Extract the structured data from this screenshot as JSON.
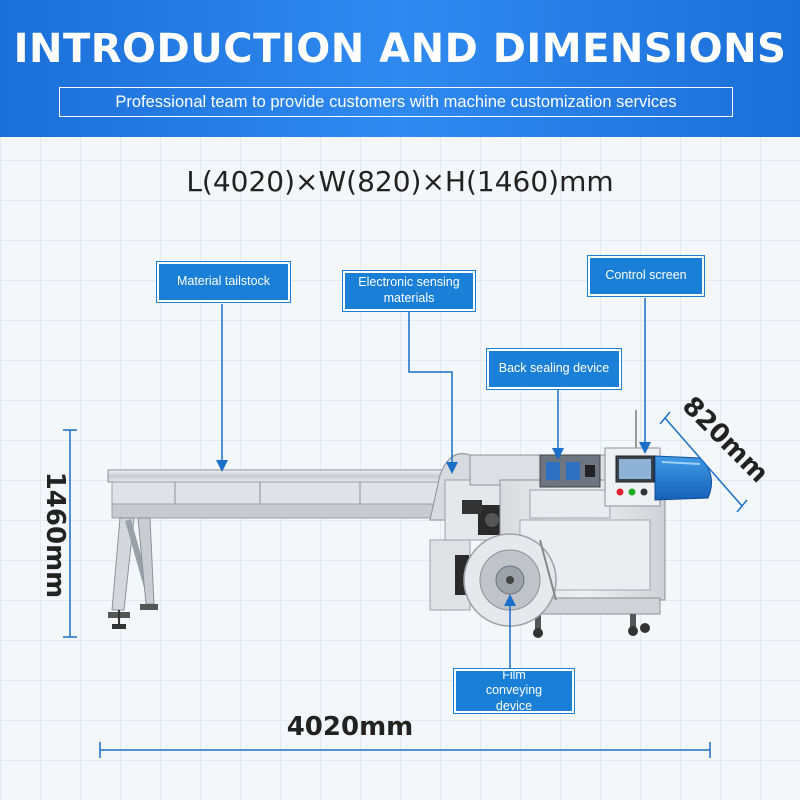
{
  "header": {
    "title": "INTRODUCTION AND DIMENSIONS",
    "subtitle": "Professional team to provide customers with machine customization services"
  },
  "dimensions_line": "L(4020)×W(820)×H(1460)mm",
  "callouts": {
    "material_tailstock": "Material tailstock",
    "electronic_sensing": "Electronic sensing materials",
    "control_screen": "Control screen",
    "back_sealing": "Back sealing device",
    "film_conveying": "Film conveying device"
  },
  "measurements": {
    "height": "1460mm",
    "width": "820mm",
    "length": "4020mm"
  },
  "colors": {
    "banner": "#1b6fd8",
    "label": "#1a7fd6",
    "arrow": "#1a6fc8"
  }
}
